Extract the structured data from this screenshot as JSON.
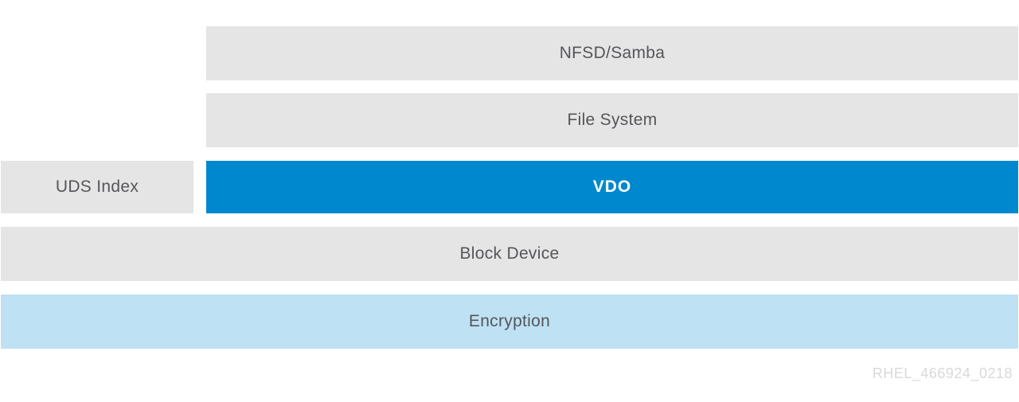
{
  "diagram": {
    "layers": {
      "nfsd_samba": {
        "label": "NFSD/Samba"
      },
      "file_system": {
        "label": "File System"
      },
      "uds_index": {
        "label": "UDS Index"
      },
      "vdo": {
        "label": "VDO"
      },
      "block_device": {
        "label": "Block Device"
      },
      "encryption": {
        "label": "Encryption"
      }
    },
    "watermark": "RHEL_466924_0218",
    "colors": {
      "layer_gray": "#e5e5e5",
      "vdo_blue": "#0088ce",
      "encryption_light_blue": "#bee1f4",
      "label_text": "#55565a",
      "vdo_text": "#ffffff",
      "watermark_text": "#d9d9d9"
    }
  }
}
